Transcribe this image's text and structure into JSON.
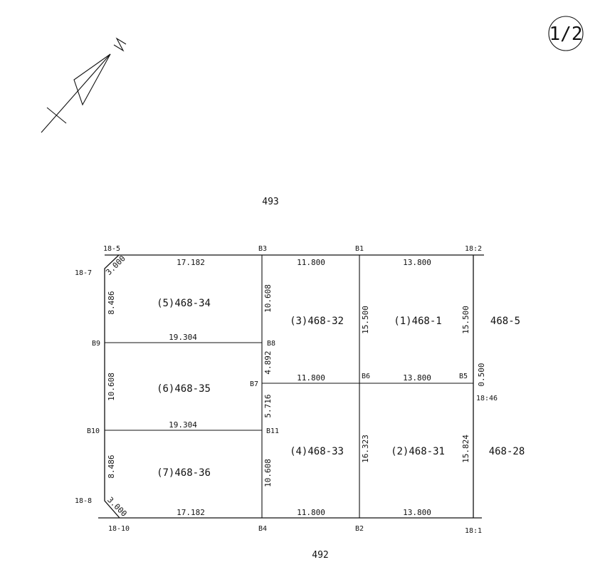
{
  "sheet": {
    "sheet_no": "1/2"
  },
  "north_arrow": {
    "label": "N"
  },
  "neighbors": {
    "north": "493",
    "south": "492",
    "east_upper": "468-5",
    "east_lower": "468-28"
  },
  "points": {
    "p18_5": "18-5",
    "p18_7": "18-7",
    "p18_8": "18-8",
    "p18_10": "18-10",
    "p18_2": "18:2",
    "p18_1": "18:1",
    "p18_46": "18:46",
    "B1": "B1",
    "B2": "B2",
    "B3": "B3",
    "B4": "B4",
    "B5": "B5",
    "B6": "B6",
    "B7": "B7",
    "B8": "B8",
    "B9": "B9",
    "B10": "B10",
    "B11": "B11"
  },
  "lots": {
    "lot1": "(1)468-1",
    "lot2": "(2)468-31",
    "lot3": "(3)468-32",
    "lot4": "(4)468-33",
    "lot5": "(5)468-34",
    "lot6": "(6)468-35",
    "lot7": "(7)468-36"
  },
  "dims": {
    "top_left": "17.182",
    "top_mid": "11.800",
    "top_right": "13.800",
    "chamfer_top": "3.000",
    "chamfer_bottom": "3.000",
    "left_upper": "8.486",
    "left_mid": "10.608",
    "left_lower": "8.486",
    "row_b9": "19.304",
    "row_b10": "19.304",
    "mid_mid": "11.800",
    "mid_right": "13.800",
    "x1_upper": "10.608",
    "x1_b8_b7": "4.892",
    "x1_b7_b11": "5.716",
    "x1_lower": "10.608",
    "x2_upper": "15.500",
    "x2_lower": "16.323",
    "x3_upper": "15.500",
    "x3_jog": "0.500",
    "x3_lower": "15.824",
    "bottom_left": "17.182",
    "bottom_mid": "11.800",
    "bottom_right": "13.800"
  }
}
